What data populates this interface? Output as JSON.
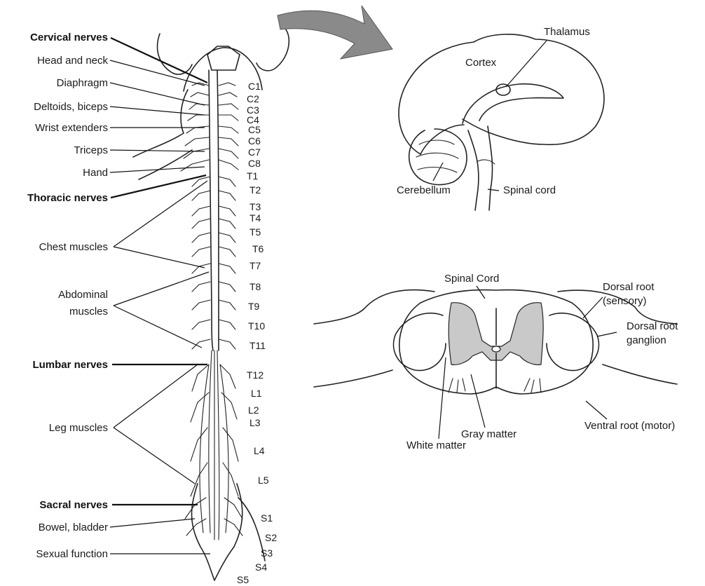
{
  "spine_labels": {
    "cervical_nerves": "Cervical nerves",
    "head_and_neck": "Head and neck",
    "diaphragm": "Diaphragm",
    "deltoids_biceps": "Deltoids, biceps",
    "wrist_extenders": "Wrist extenders",
    "triceps": "Triceps",
    "hand": "Hand",
    "thoracic_nerves": "Thoracic nerves",
    "chest_muscles": "Chest muscles",
    "abdominal_line1": "Abdominal",
    "abdominal_line2": "muscles",
    "lumbar_nerves": "Lumbar nerves",
    "leg_muscles": "Leg muscles",
    "sacral_nerves": "Sacral nerves",
    "bowel_bladder": "Bowel, bladder",
    "sexual_function": "Sexual function"
  },
  "segments": [
    "C1",
    "C2",
    "C3",
    "C4",
    "C5",
    "C6",
    "C7",
    "C8",
    "T1",
    "T2",
    "T3",
    "T4",
    "T5",
    "T6",
    "T7",
    "T8",
    "T9",
    "T10",
    "T11",
    "T12",
    "L1",
    "L2",
    "L3",
    "L4",
    "L5",
    "S1",
    "S2",
    "S3",
    "S4",
    "S5"
  ],
  "brain_labels": {
    "thalamus": "Thalamus",
    "cortex": "Cortex",
    "cerebellum": "Cerebellum",
    "spinal_cord": "Spinal cord"
  },
  "cross_section_labels": {
    "spinal_cord": "Spinal Cord",
    "dorsal_root_line1": "Dorsal root",
    "dorsal_root_line2": "(sensory)",
    "dorsal_root_ganglion_line1": "Dorsal root",
    "dorsal_root_ganglion_line2": "ganglion",
    "ventral_root": "Ventral root (motor)",
    "gray_matter": "Gray matter",
    "white_matter": "White matter"
  },
  "colors": {
    "arrow_fill": "#8a8a8a",
    "gray_matter": "#c9c9c9",
    "ink": "#222222"
  }
}
